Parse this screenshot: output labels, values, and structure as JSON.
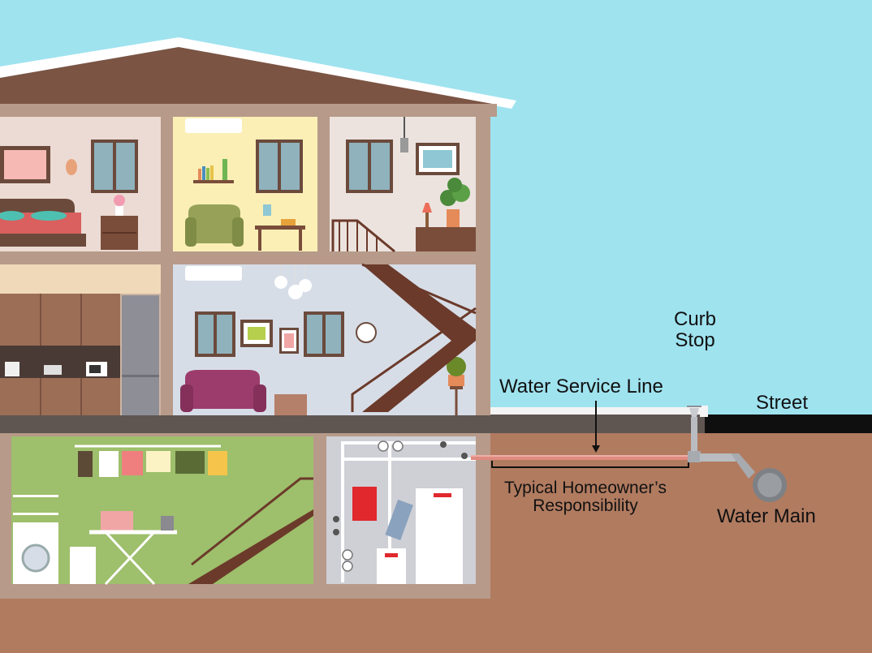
{
  "labels": {
    "curb_stop_line1": "Curb",
    "curb_stop_line2": "Stop",
    "water_service_line": "Water Service Line",
    "street": "Street",
    "responsibility_line1": "Typical Homeowner’s",
    "responsibility_line2": "Responsibility",
    "water_main": "Water Main"
  },
  "colors": {
    "sky": "#9fe3ef",
    "soil": "#b17b60",
    "roof": "#7c5444",
    "wall": "#b79a89",
    "service_pipe": "#e08a80",
    "street": "#0f0f0f",
    "pipe_gray": "#b9bcc0"
  }
}
